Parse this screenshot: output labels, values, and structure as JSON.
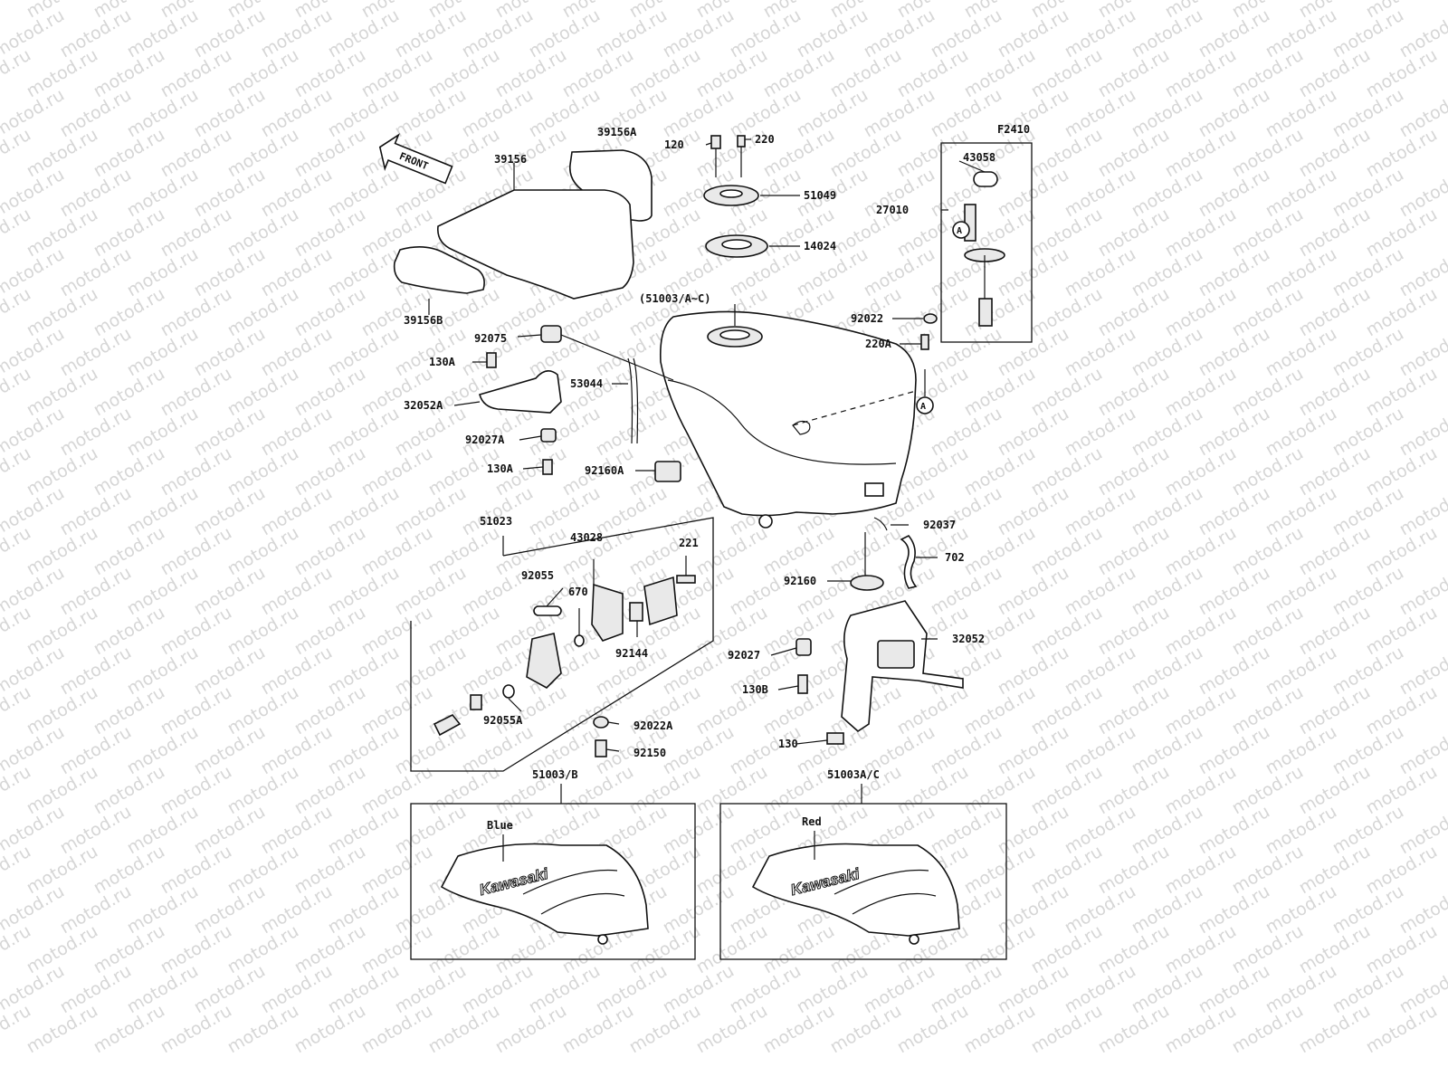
{
  "watermark": {
    "text": "motod.ru"
  },
  "figure_code": "F2410",
  "front_arrow": {
    "label": "FRONT"
  },
  "callout": {
    "letter": "A"
  },
  "labels": {
    "p39156A": "39156A",
    "p39156": "39156",
    "p39156B": "39156B",
    "p120": "120",
    "p220": "220",
    "p51049": "51049",
    "p14024": "14024",
    "p51003AC": "(51003/A~C)",
    "p43058": "43058",
    "p27010": "27010",
    "p92022": "92022",
    "p220A": "220A",
    "p92075": "92075",
    "p130A_top": "130A",
    "p53044": "53044",
    "p32052A": "32052A",
    "p92027A": "92027A",
    "p130A_bot": "130A",
    "p92160A": "92160A",
    "p51023": "51023",
    "p43028": "43028",
    "p221": "221",
    "p92055": "92055",
    "p670": "670",
    "p92144": "92144",
    "p92055A": "92055A",
    "p92022A": "92022A",
    "p92150": "92150",
    "p92037": "92037",
    "p702": "702",
    "p92160": "92160",
    "p32052": "32052",
    "p92027": "92027",
    "p130B": "130B",
    "p130": "130",
    "p51003B": "51003/B",
    "p51003AC2": "51003A/C"
  },
  "color_variants": [
    {
      "color_name": "Blue",
      "brand_text": "Kawasaki"
    },
    {
      "color_name": "Red",
      "brand_text": "Kawasaki"
    }
  ]
}
